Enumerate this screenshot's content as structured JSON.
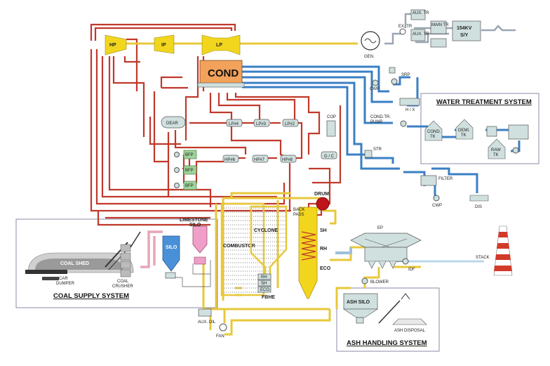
{
  "turbines": {
    "hp": "HP",
    "ip": "IP",
    "lp": "LP"
  },
  "generator": {
    "gen": "GEN.",
    "ex_tr": "EX. TR",
    "aux_tr_1": "AUX. TR",
    "aux_tr_2": "AUX. TR",
    "main_tr": "MAIN TR",
    "kv": "154KV",
    "sy": "S/Y"
  },
  "condenser": {
    "cond": "COND"
  },
  "cooling": {
    "cwp": "CWP",
    "srp": "SRP",
    "hx": "H / X",
    "cond_tr_pump_1": "COND.TR.",
    "cond_tr_pump_2": "PUMP",
    "str": "STR",
    "filter": "FILTER",
    "cwp2": "CWP",
    "dis": "DIS"
  },
  "feedwater": {
    "dear": "DEAR",
    "bfp1": "BFP",
    "bfp2": "BFP",
    "bfp3": "BFP",
    "lp4": "LP#4",
    "lp3": "LP#3",
    "lp2": "LP#2",
    "hp6": "HP#6",
    "hp7": "HP#7",
    "hp8": "HP#8",
    "cop": "COP",
    "gc": "G / C"
  },
  "water_treatment": {
    "title": "WATER TREATMENT SYSTEM",
    "cond_tk_1": "COND.",
    "cond_tk_2": "TK",
    "demi_tk_1": "DEMI.",
    "demi_tk_2": "TK",
    "raw_tk_1": "RAW",
    "raw_tk_2": "TK"
  },
  "boiler": {
    "drum": "DRUM",
    "back_1": "BACK",
    "back_2": "PASS",
    "cyclone": "CYCLONE",
    "combustor": "COMBUSTOR",
    "sh": "SH",
    "rh": "RH",
    "eco": "ECO",
    "rh2": "RH",
    "sh2": "SH",
    "eco2": "ECO.",
    "fbhe": "FBHE",
    "limestone_1": "LIMESTONE",
    "limestone_2": "SILO",
    "silo": "SILO",
    "aux_oil": "AUX. OIL",
    "fan": "FAN"
  },
  "flue": {
    "ep": "EP",
    "idf": "IDF",
    "stack": "STACK",
    "blower": "BLOWER"
  },
  "coal_supply": {
    "title": "COAL SUPPLY SYSTEM",
    "coal_shed": "COAL SHED",
    "car_1": "CAR",
    "car_2": "DUMPER",
    "crusher_1": "COAL",
    "crusher_2": "CRUSHER"
  },
  "ash": {
    "title": "ASH HANDLING SYSTEM",
    "ash_silo": "ASH SILO",
    "ash_disposal": "ASH DISPOSAL"
  }
}
